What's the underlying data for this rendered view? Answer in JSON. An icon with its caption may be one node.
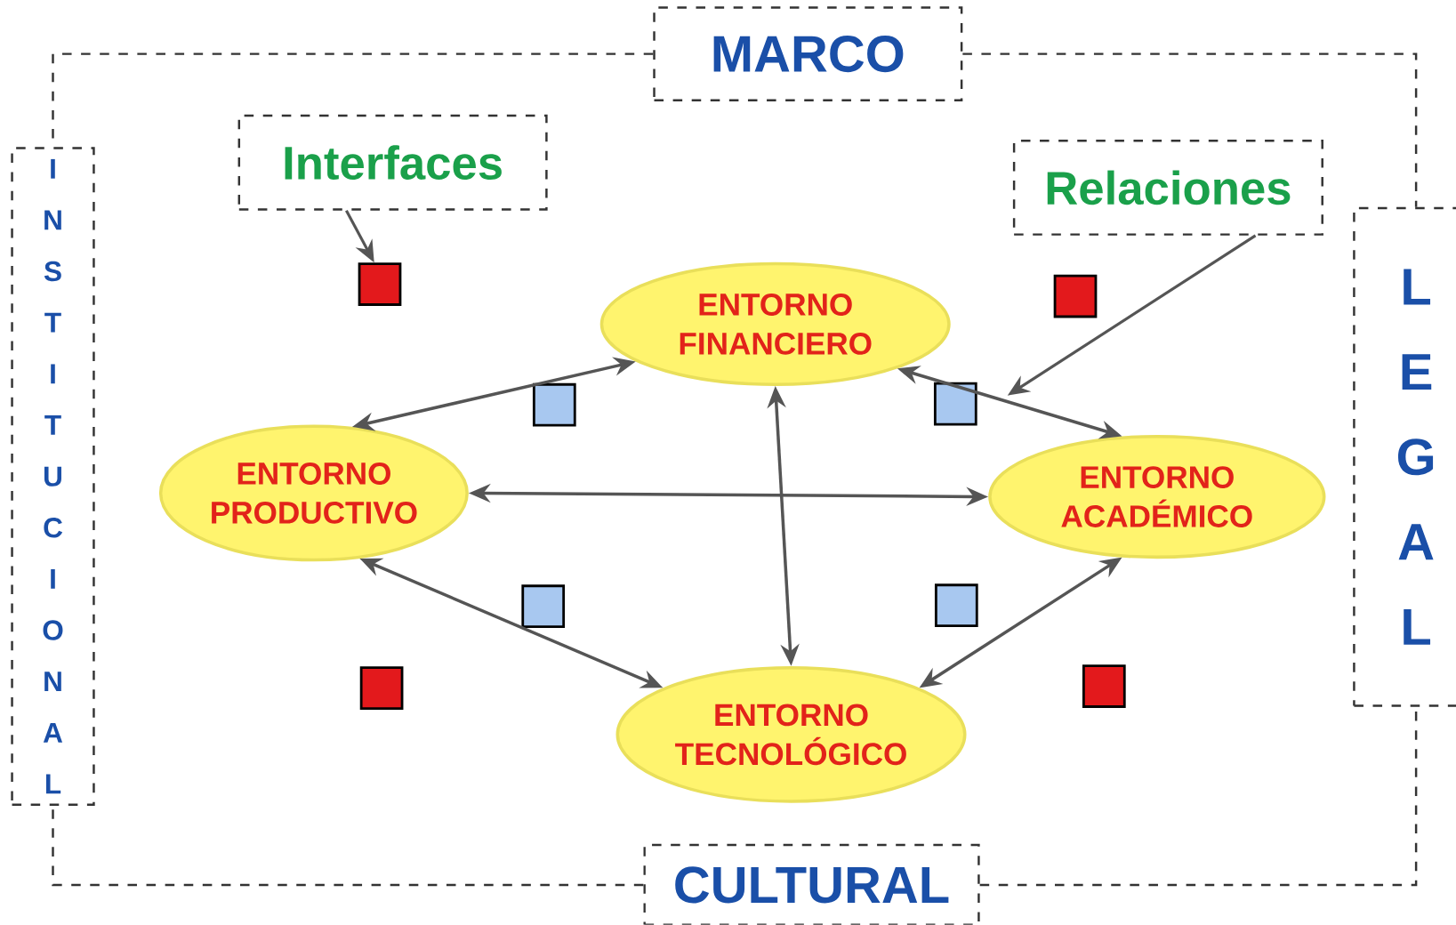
{
  "diagram": {
    "nodes": [
      {
        "text": [
          "MARCO"
        ]
      },
      {
        "text": [
          "CULTURAL"
        ]
      },
      {
        "text": [
          "INSTITUCIONAL"
        ]
      },
      {
        "text": [
          "LEGAL"
        ]
      },
      {
        "text": [
          "Interfaces"
        ]
      },
      {
        "text": [
          "Relaciones"
        ]
      },
      {
        "text": [
          "ENTORNO FINANCIERO"
        ]
      },
      {
        "text": [
          "ENTORNO PRODUCTIVO"
        ]
      },
      {
        "text": [
          "ENTORNO ACADÉMICO"
        ]
      },
      {
        "text": [
          "ENTORNO TECNOLÓGICO"
        ]
      },
      {
        "text": [],
        "shape": "box"
      },
      {
        "text": [],
        "shape": "box"
      },
      {
        "text": [],
        "shape": "box"
      },
      {
        "text": [],
        "shape": "box"
      },
      {
        "text": [],
        "shape": "box"
      },
      {
        "text": [],
        "shape": "box"
      },
      {
        "text": [],
        "shape": "box"
      },
      {
        "text": [],
        "shape": "box"
      }
    ],
    "edges": [
      {
        "from": 0,
        "to": 2,
        "arrow": "none",
        "style": "dashed"
      },
      {
        "from": 0,
        "to": 3,
        "arrow": "none",
        "style": "dashed"
      },
      {
        "from": 1,
        "to": 2,
        "arrow": "none",
        "style": "dashed"
      },
      {
        "from": 1,
        "to": 3,
        "arrow": "none",
        "style": "dashed"
      },
      {
        "from": 4,
        "to": 10,
        "arrow": "to"
      },
      {
        "from": 5,
        "to": null,
        "arrow": "to"
      },
      {
        "from": 7,
        "to": 6,
        "arrow": "both"
      },
      {
        "from": 6,
        "to": 8,
        "arrow": "both"
      },
      {
        "from": 7,
        "to": 9,
        "arrow": "both"
      },
      {
        "from": 9,
        "to": 8,
        "arrow": "both"
      },
      {
        "from": 7,
        "to": 8,
        "arrow": "both"
      },
      {
        "from": 6,
        "to": 9,
        "arrow": "both"
      }
    ]
  }
}
